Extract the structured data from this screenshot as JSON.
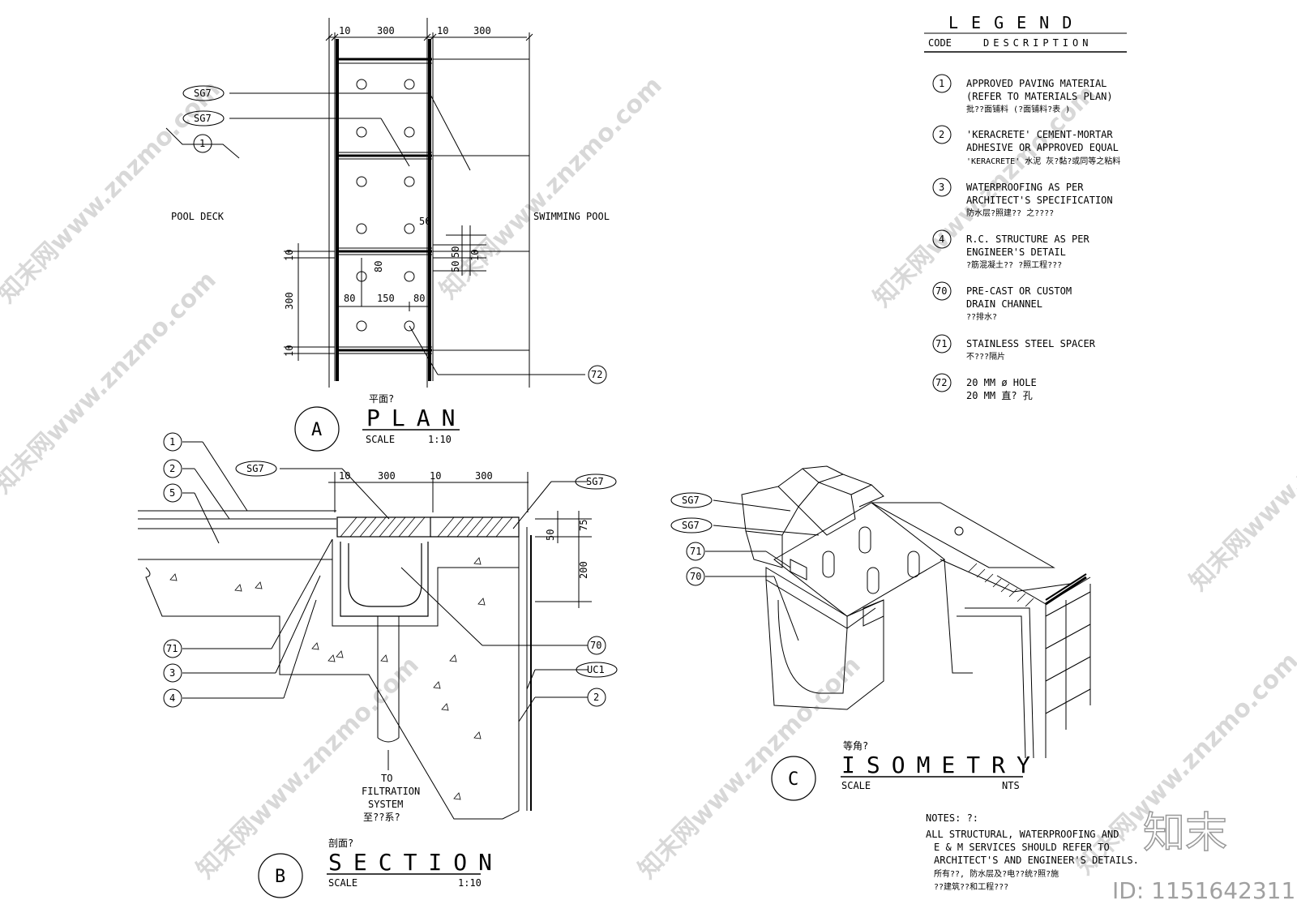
{
  "plan": {
    "dims_top": [
      "10",
      "300",
      "10",
      "300"
    ],
    "label_left": "POOL DECK",
    "label_right": "SWIMMING POOL",
    "tags": [
      "SG7",
      "SG7",
      "1",
      "72"
    ],
    "dims_inner": [
      "50",
      "50",
      "10",
      "80",
      "80",
      "150",
      "80"
    ],
    "dims_left": [
      "10",
      "300",
      "10"
    ],
    "title_cn": "平面?",
    "title": "PLAN",
    "letter": "A",
    "scale_label": "SCALE",
    "scale": "1:10"
  },
  "section": {
    "dims_top": [
      "10",
      "300",
      "10",
      "300"
    ],
    "dims_right": [
      "50",
      "75",
      "200"
    ],
    "tags_left": [
      "1",
      "2",
      "5",
      "71",
      "3",
      "4"
    ],
    "tags_right": [
      "SG7",
      "SG7",
      "70",
      "UC1",
      "2"
    ],
    "filtration": [
      "TO",
      "FILTRATION",
      "SYSTEM",
      "至??系?"
    ],
    "title_cn": "剖面?",
    "title": "SECTION",
    "letter": "B",
    "scale_label": "SCALE",
    "scale": "1:10"
  },
  "iso": {
    "tags": [
      "SG7",
      "SG7",
      "71",
      "70"
    ],
    "title_cn": "等角?",
    "title": "ISOMETRY",
    "letter": "C",
    "scale_label": "SCALE",
    "scale": "NTS"
  },
  "legend": {
    "title": "LEGEND",
    "col_code": "CODE",
    "col_desc": "DESCRIPTION",
    "items": [
      {
        "code": "1",
        "lines": [
          "APPROVED PAVING MATERIAL",
          "(REFER TO MATERIALS PLAN)",
          "批??面铺料    (?面铺料?表    )"
        ]
      },
      {
        "code": "2",
        "lines": [
          "'KERACRETE' CEMENT-MORTAR",
          "ADHESIVE OR APPROVED EQUAL",
          "'KERACRETE' 水泥  灰?黏?或同等之粘料"
        ]
      },
      {
        "code": "3",
        "lines": [
          "WATERPROOFING AS PER",
          "ARCHITECT'S SPECIFICATION",
          "防水层?照建??      之????"
        ]
      },
      {
        "code": "4",
        "lines": [
          "R.C. STRUCTURE AS PER",
          "ENGINEER'S DETAIL",
          "?筋混凝土??      ?照工程???"
        ]
      },
      {
        "code": "70",
        "lines": [
          "PRE-CAST OR CUSTOM",
          "DRAIN CHANNEL",
          "??排水?"
        ]
      },
      {
        "code": "71",
        "lines": [
          "STAINLESS STEEL SPACER",
          "不???隔片"
        ]
      },
      {
        "code": "72",
        "lines": [
          "20 MM ø HOLE",
          "20 MM 直?  孔"
        ]
      }
    ]
  },
  "notes": {
    "title": "NOTES: ?:",
    "lines": [
      "ALL STRUCTURAL, WATERPROOFING AND",
      "E & M SERVICES SHOULD REFER TO",
      "ARCHITECT'S AND ENGINEER'S DETAILS.",
      "所有??,  防水层及?电??统?照?施",
      "??建筑??和工程???"
    ]
  },
  "watermark": {
    "site": "知末网www.znzmo.com",
    "logo": "知末",
    "id": "ID: 1151642311"
  }
}
